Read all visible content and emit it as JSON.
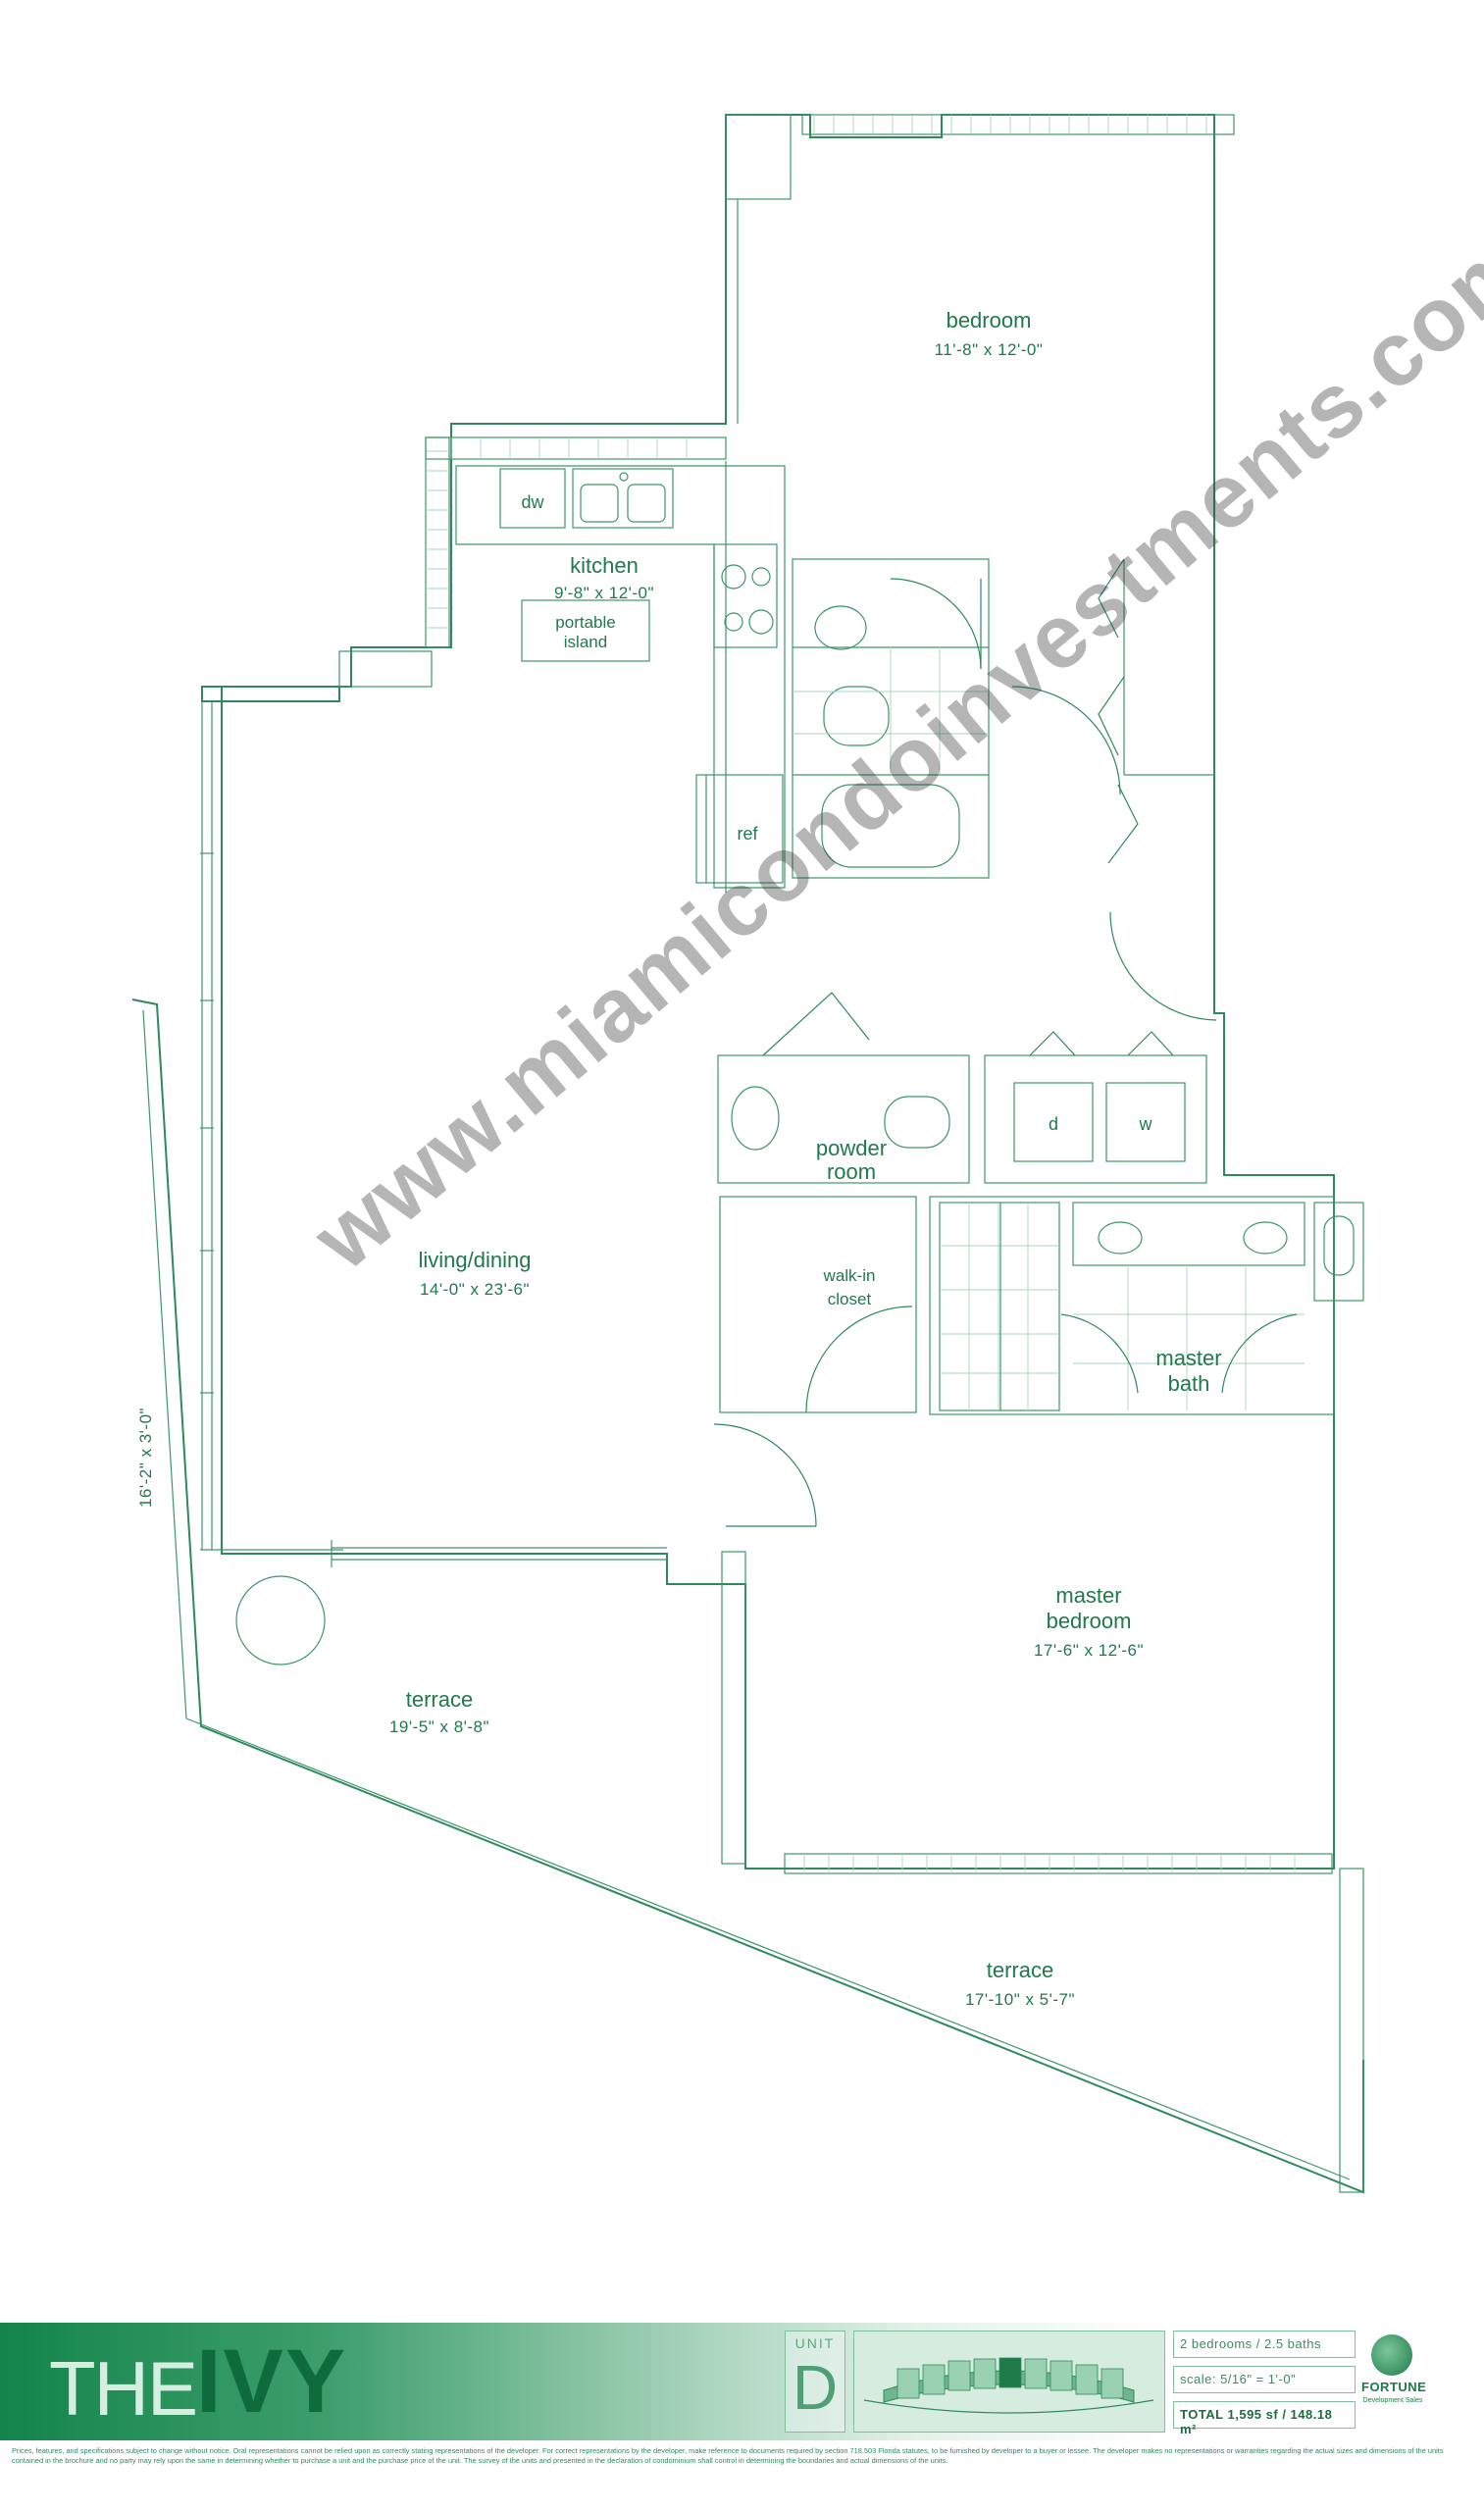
{
  "rooms": {
    "bedroom": {
      "name": "bedroom",
      "dims": "11'-8\" x 12'-0\""
    },
    "kitchen": {
      "name": "kitchen",
      "dims": "9'-8\" x 12'-0\""
    },
    "living_dining": {
      "name": "living/dining",
      "dims": "14'-0\" x 23'-6\""
    },
    "powder_room": {
      "line1": "powder",
      "line2": "room"
    },
    "walk_in_closet": {
      "line1": "walk-in",
      "line2": "closet"
    },
    "master_bath": {
      "line1": "master",
      "line2": "bath"
    },
    "master_bedroom": {
      "line1": "master",
      "line2": "bedroom",
      "dims": "17'-6\" x 12'-6\""
    },
    "terrace_left": {
      "name": "terrace",
      "dims": "19'-5\" x 8'-8\""
    },
    "terrace_right": {
      "name": "terrace",
      "dims": "17'-10\" x 5'-7\""
    },
    "side_terrace": {
      "dims": "16'-2\" x 3'-0\""
    }
  },
  "fixtures": {
    "dishwasher": "dw",
    "island_line1": "portable",
    "island_line2": "island",
    "refrigerator": "ref",
    "dryer": "d",
    "washer": "w"
  },
  "watermark": "www.miamicondoinvestments.com",
  "footer": {
    "brand_the": "THE",
    "brand_ivy": "IVY",
    "unit_word": "UNIT",
    "unit_letter": "D",
    "bed_bath": "2 bedrooms / 2.5 baths",
    "scale": "scale: 5/16\" = 1'-0\"",
    "total": "TOTAL 1,595 sf / 148.18 m²",
    "logo_name": "FORTUNE",
    "logo_sub": "Development Sales",
    "disclaimer": "Prices, features, and specifications subject to change without notice. Oral representations cannot be relied upon as correctly stating representations of the developer. For correct representations by the developer, make reference to documents required by section 718.503 Florida statutes, to be furnished by developer to a buyer or lessee. The developer makes no representations or warranties regarding the actual sizes and dimensions of the units contained in the brochure and no party may rely upon the same in determining whether to purchase a unit and the purchase price of the unit. The survey of the units and presented in the declaration of condominium shall control in determining the boundaries and actual dimensions of the units."
  },
  "colors": {
    "line": "#2e8a5c",
    "text": "#1f7a4c",
    "footer_dark": "#14844c"
  }
}
